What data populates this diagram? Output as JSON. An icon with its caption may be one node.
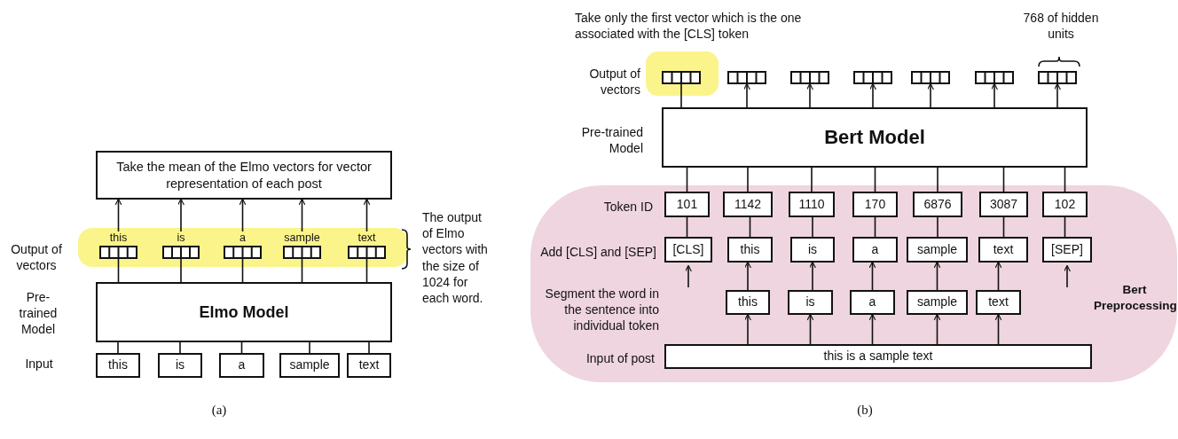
{
  "diagram": {
    "nodes": [
      {
        "text": [
          "Take the mean of the Elmo vectors for vector representation of each post"
        ]
      },
      {
        "text": [],
        "shape": "band"
      },
      {
        "text": [
          "this"
        ],
        "in": 1
      },
      {
        "text": [
          "is"
        ],
        "in": 1
      },
      {
        "text": [
          "a"
        ],
        "in": 1
      },
      {
        "text": [
          "sample"
        ],
        "in": 1
      },
      {
        "text": [
          "text"
        ],
        "in": 1
      },
      {
        "text": [
          "Elmo Model"
        ]
      },
      {
        "text": [
          "this"
        ]
      },
      {
        "text": [
          "is"
        ]
      },
      {
        "text": [
          "a"
        ]
      },
      {
        "text": [
          "sample"
        ]
      },
      {
        "text": [
          "text"
        ]
      },
      {
        "text": [],
        "shape": "band"
      },
      {
        "text": [],
        "shape": "box",
        "in": 13
      },
      {
        "text": [],
        "shape": "box"
      },
      {
        "text": [],
        "shape": "box"
      },
      {
        "text": [],
        "shape": "box"
      },
      {
        "text": [],
        "shape": "box"
      },
      {
        "text": [],
        "shape": "box"
      },
      {
        "text": [],
        "shape": "box"
      },
      {
        "text": [
          "Bert Model"
        ]
      },
      {
        "text": [
          "Bert Preprocessing"
        ]
      },
      {
        "text": [
          "101"
        ],
        "in": 22
      },
      {
        "text": [
          "1142"
        ],
        "in": 22
      },
      {
        "text": [
          "1110"
        ],
        "in": 22
      },
      {
        "text": [
          "170"
        ],
        "in": 22
      },
      {
        "text": [
          "6876"
        ],
        "in": 22
      },
      {
        "text": [
          "3087"
        ],
        "in": 22
      },
      {
        "text": [
          "102"
        ],
        "in": 22
      },
      {
        "text": [
          "[CLS]"
        ],
        "in": 22
      },
      {
        "text": [
          "this"
        ],
        "in": 22
      },
      {
        "text": [
          "is"
        ],
        "in": 22
      },
      {
        "text": [
          "a"
        ],
        "in": 22
      },
      {
        "text": [
          "sample"
        ],
        "in": 22
      },
      {
        "text": [
          "text"
        ],
        "in": 22
      },
      {
        "text": [
          "[SEP]"
        ],
        "in": 22
      },
      {
        "text": [
          "this"
        ],
        "in": 22
      },
      {
        "text": [
          "is"
        ],
        "in": 22
      },
      {
        "text": [
          "a"
        ],
        "in": 22
      },
      {
        "text": [
          "sample"
        ],
        "in": 22
      },
      {
        "text": [
          "text"
        ],
        "in": 22
      },
      {
        "text": [
          "this is a sample text"
        ],
        "in": 22
      }
    ],
    "edges": [
      {
        "from": 2,
        "to": 0,
        "arrow": "to"
      },
      {
        "from": 3,
        "to": 0,
        "arrow": "to"
      },
      {
        "from": 4,
        "to": 0,
        "arrow": "to"
      },
      {
        "from": 5,
        "to": 0,
        "arrow": "to"
      },
      {
        "from": 6,
        "to": 0,
        "arrow": "to"
      },
      {
        "from": 7,
        "to": 2,
        "arrow": "none"
      },
      {
        "from": 7,
        "to": 3,
        "arrow": "none"
      },
      {
        "from": 7,
        "to": 4,
        "arrow": "none"
      },
      {
        "from": 7,
        "to": 5,
        "arrow": "none"
      },
      {
        "from": 7,
        "to": 6,
        "arrow": "none"
      },
      {
        "from": 8,
        "to": 7,
        "arrow": "none"
      },
      {
        "from": 9,
        "to": 7,
        "arrow": "none"
      },
      {
        "from": 10,
        "to": 7,
        "arrow": "none"
      },
      {
        "from": 11,
        "to": 7,
        "arrow": "none"
      },
      {
        "from": 12,
        "to": 7,
        "arrow": "none"
      },
      {
        "from": 21,
        "to": 14,
        "arrow": "none"
      },
      {
        "from": 21,
        "to": 15,
        "arrow": "to"
      },
      {
        "from": 21,
        "to": 16,
        "arrow": "to"
      },
      {
        "from": 21,
        "to": 17,
        "arrow": "to"
      },
      {
        "from": 21,
        "to": 18,
        "arrow": "to"
      },
      {
        "from": 21,
        "to": 19,
        "arrow": "to"
      },
      {
        "from": 21,
        "to": 20,
        "arrow": "to"
      },
      {
        "from": 23,
        "to": 21,
        "arrow": "none"
      },
      {
        "from": 24,
        "to": 21,
        "arrow": "none"
      },
      {
        "from": 25,
        "to": 21,
        "arrow": "none"
      },
      {
        "from": 26,
        "to": 21,
        "arrow": "none"
      },
      {
        "from": 27,
        "to": 21,
        "arrow": "none"
      },
      {
        "from": 28,
        "to": 21,
        "arrow": "none"
      },
      {
        "from": 29,
        "to": 21,
        "arrow": "none"
      },
      {
        "from": 30,
        "to": 23,
        "arrow": "none"
      },
      {
        "from": 31,
        "to": 24,
        "arrow": "none"
      },
      {
        "from": 32,
        "to": 25,
        "arrow": "none"
      },
      {
        "from": 33,
        "to": 26,
        "arrow": "none"
      },
      {
        "from": 34,
        "to": 27,
        "arrow": "none"
      },
      {
        "from": 35,
        "to": 28,
        "arrow": "none"
      },
      {
        "from": 36,
        "to": 29,
        "arrow": "none"
      },
      {
        "from": null,
        "to": 30,
        "arrow": "to"
      },
      {
        "from": 37,
        "to": 31,
        "arrow": "to"
      },
      {
        "from": 38,
        "to": 32,
        "arrow": "to"
      },
      {
        "from": 39,
        "to": 33,
        "arrow": "to"
      },
      {
        "from": 40,
        "to": 34,
        "arrow": "to"
      },
      {
        "from": 41,
        "to": 35,
        "arrow": "to"
      },
      {
        "from": null,
        "to": 36,
        "arrow": "to"
      },
      {
        "from": 42,
        "to": 37,
        "arrow": "to"
      },
      {
        "from": 42,
        "to": 38,
        "arrow": "to"
      },
      {
        "from": 42,
        "to": 39,
        "arrow": "to"
      },
      {
        "from": 42,
        "to": 40,
        "arrow": "to"
      },
      {
        "from": 42,
        "to": 41,
        "arrow": "to"
      }
    ],
    "labels": [
      "Output of vectors",
      "Pre-trained Model",
      "Input",
      "The output of Elmo vectors with the size of 1024 for each word.",
      "(a)",
      "Take only the first vector which is the one associated with the [CLS] token",
      "768 of hidden units",
      "Output of vectors",
      "Pre-trained Model",
      "Token ID",
      "Add [CLS] and [SEP]",
      "Segment the word in the sentence into individual token",
      "Input of post",
      "(b)"
    ]
  }
}
